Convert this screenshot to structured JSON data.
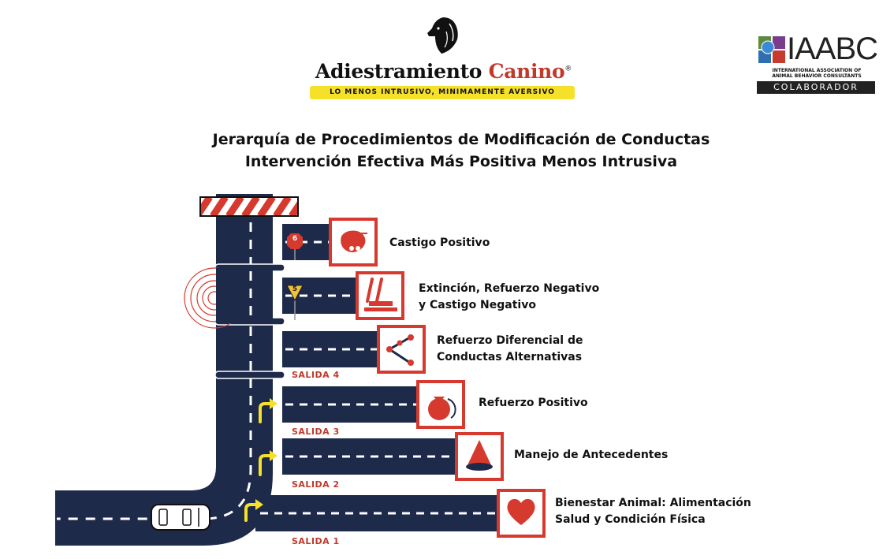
{
  "brand": {
    "name_part1": "Adiestramiento",
    "name_part2": "Canino",
    "registered": "®",
    "tagline": "LO MENOS INTRUSIVO, MINIMAMENTE AVERSIVO"
  },
  "partner": {
    "logo_text": "IAABC",
    "full_name_line1": "INTERNATIONAL ASSOCIATION OF",
    "full_name_line2": "ANIMAL BEHAVIOR CONSULTANTS",
    "badge": "COLABORADOR"
  },
  "title": {
    "line1": "Jerarquía de Procedimientos de Modificación de Conductas",
    "line2": "Intervención Efectiva Más Positiva Menos Intrusiva"
  },
  "steps": [
    {
      "lines": [
        "Castigo Positivo"
      ],
      "icon": "shock-collar-icon",
      "marker": "6"
    },
    {
      "lines": [
        "Extinción, Refuerzo Negativo",
        "y Castigo Negativo"
      ],
      "icon": "scale-icon",
      "marker": "5"
    },
    {
      "lines": [
        "Refuerzo Diferencial de",
        "Conductas Alternativas"
      ],
      "icon": "branch-icon",
      "exit": "SALIDA 4"
    },
    {
      "lines": [
        "Refuerzo Positivo"
      ],
      "icon": "treat-bag-icon",
      "exit": "SALIDA 3"
    },
    {
      "lines": [
        "Manejo de Antecedentes"
      ],
      "icon": "cone-icon",
      "exit": "SALIDA 2"
    },
    {
      "lines": [
        "Bienestar Animal: Alimentación",
        "Salud y Condición Física"
      ],
      "icon": "heart-icon",
      "exit": "SALIDA 1"
    }
  ],
  "colors": {
    "road": "#1e2a4a",
    "accent": "#d63a2e",
    "arrow": "#f5e02a"
  }
}
